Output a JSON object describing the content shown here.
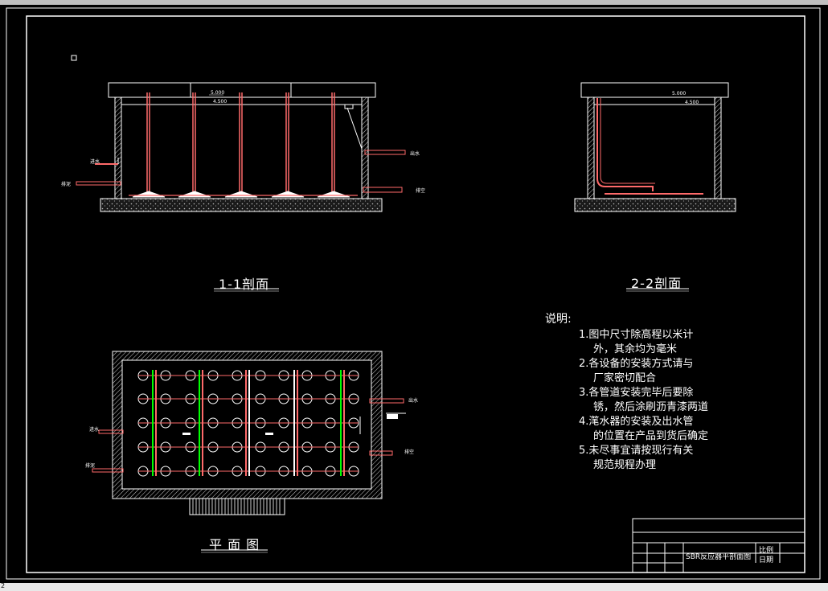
{
  "titles": {
    "section_1": "1-1剖面",
    "section_2": "2-2剖面",
    "plan": "平 面 图"
  },
  "labels": {
    "elev_top": "5.000",
    "elev_water": "4.500",
    "inlet": "进水",
    "drain": "排泥",
    "outlet": "出水",
    "overflow": "排空"
  },
  "notes": {
    "heading": "说明:",
    "lines": [
      {
        "text": "1.图中尺寸除高程以米计",
        "indent": 1
      },
      {
        "text": "外，其余均为毫米",
        "indent": 2
      },
      {
        "text": "2.各设备的安装方式请与",
        "indent": 1
      },
      {
        "text": "厂家密切配合",
        "indent": 2
      },
      {
        "text": "3.各管道安装完毕后要除",
        "indent": 1
      },
      {
        "text": "锈，然后涂刷沥青漆两道",
        "indent": 2
      },
      {
        "text": "4.滗水器的安装及出水管",
        "indent": 1
      },
      {
        "text": "的位置在产品到货后确定",
        "indent": 2
      },
      {
        "text": "5.未尽事宜请按现行有关",
        "indent": 1
      },
      {
        "text": "规范规程办理",
        "indent": 2
      }
    ]
  },
  "title_block": {
    "drawing_name": "SBR反应器平剖面图",
    "scale_label": "比例",
    "date_label": "日期"
  },
  "status_bar": {
    "text": "2"
  },
  "colors": {
    "background": "#000000",
    "lines": "#ffffff",
    "pipe": "#ff6a6a",
    "diffuser": "#00ff00"
  }
}
